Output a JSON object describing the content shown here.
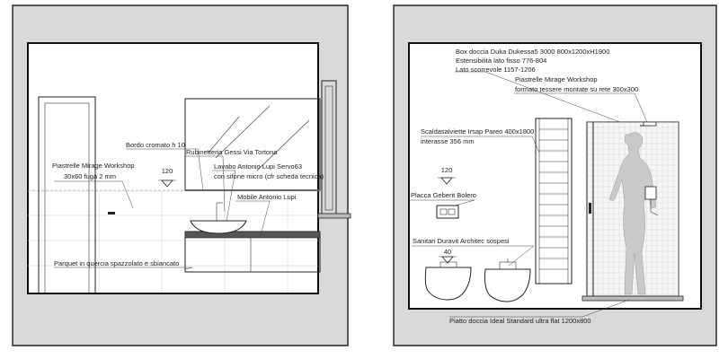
{
  "left_elevation": {
    "labels": {
      "bordo": "Bordo cromato h 10",
      "rubinetteria": "Rubinetteria Gessi Via Tortona",
      "lavabo_1": "Lavabo Antonio Lupi Servo63",
      "lavabo_2": "con sifone micro (cfr scheda tecnica)",
      "piastrelle_1": "Piastrelle Mirage Workshop",
      "piastrelle_2": "30x60  fuga 2 mm",
      "height_mark": "120",
      "mobile": "Mobile Antonio Lupi",
      "parquet": "Parquet in quercia spazzolato e sbiancato"
    }
  },
  "right_elevation": {
    "labels": {
      "box_1": "Box doccia Duka Dukessa5 3000 800x1200xH1900",
      "box_2": "Estensibilità lato fisso 776-804",
      "box_3": "Lato scorrevole 1157-1206",
      "piastrelle_1": "Piastrelle Mirage Workshop",
      "piastrelle_2": "formato tessere montate su rete 300x300",
      "scalda_1": "Scaldasalviette Irsap Pareo 400x1800",
      "scalda_2": "interasse 356 mm",
      "height_mark": "120",
      "placca": "Placca Geberit Bolero",
      "sanitari": "Sanitari Duravit Architec sospesi",
      "sanitari_mark": "40",
      "piatto": "Piatto doccia Ideal Standard ultra flat 1200x800"
    }
  }
}
